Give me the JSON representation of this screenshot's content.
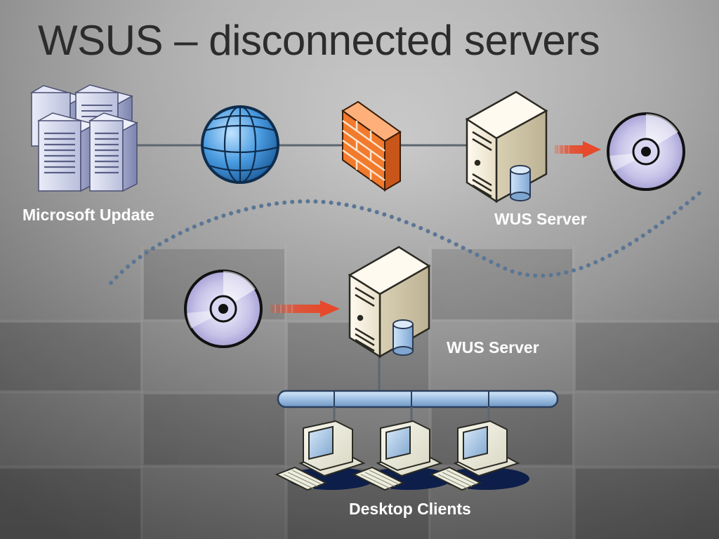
{
  "slide": {
    "title": "WSUS – disconnected servers"
  },
  "labels": {
    "microsoft_update": "Microsoft Update",
    "wus_server_upper": "WUS Server",
    "wus_server_lower": "WUS Server",
    "desktop_clients": "Desktop Clients"
  },
  "colors": {
    "background_light": "#d8d8d8",
    "background_dark": "#6e6e6e",
    "title": "#2c2c2c",
    "label": "#ffffff",
    "dotted_divider": "#5b7694",
    "arrow": "#e64a2b",
    "globe": "#3b8fd6",
    "firewall": "#f07a2a",
    "server_body": "#f1ead6",
    "disk_database": "#a8c8e8",
    "cd_disc": "#c9c6e8",
    "network_bus": "#9fbfe0"
  },
  "icons": [
    "server-cluster-icon",
    "globe-icon",
    "firewall-icon",
    "server-icon",
    "arrow-icon",
    "cd-disc-icon",
    "network-bus-icon",
    "desktop-computer-icon",
    "keyboard-icon"
  ]
}
